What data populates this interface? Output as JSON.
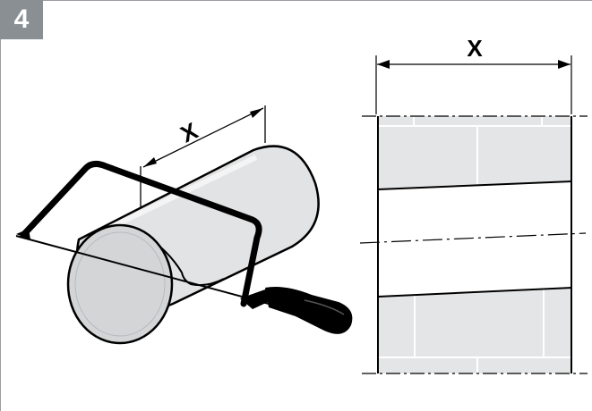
{
  "step": {
    "number": "4"
  },
  "left_figure": {
    "dimension_label": "X"
  },
  "right_figure": {
    "dimension_label": "X"
  },
  "colors": {
    "badge": "#8a8f93",
    "pipe_fill": "#e2e3e4",
    "pipe_end": "#d3d5d7",
    "wall_fill": "#e4e5e6",
    "border": "#9a9ea2"
  },
  "icons": {
    "saw": "hacksaw-icon",
    "pipe": "pipe-icon"
  }
}
